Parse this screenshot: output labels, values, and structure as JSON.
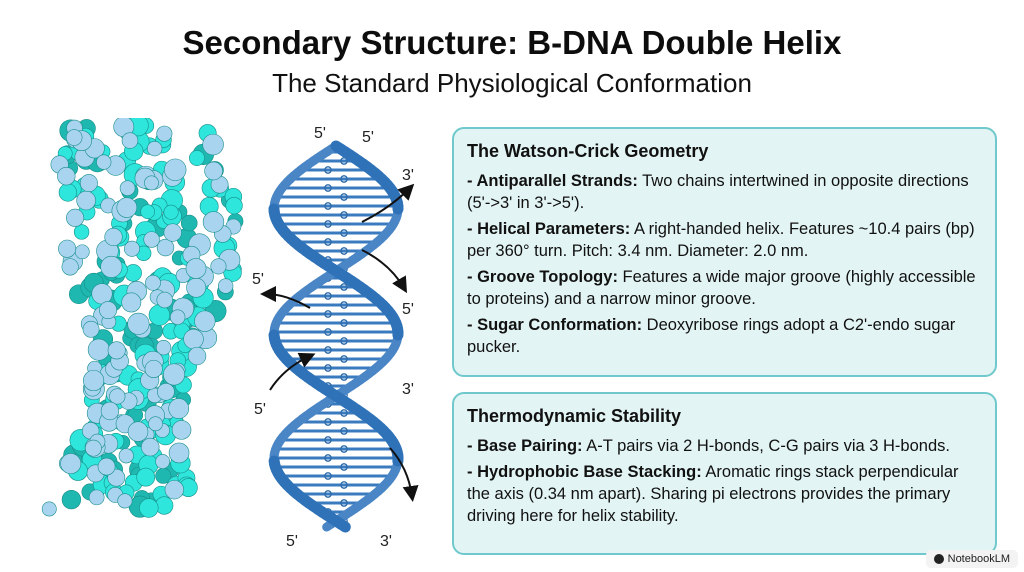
{
  "title": "Secondary Structure: B-DNA Double Helix",
  "subtitle": "The Standard Physiological Conformation",
  "panels": [
    {
      "title": "The Watson-Crick Geometry",
      "items": [
        {
          "label": "- Antiparallel Strands:",
          "text": " Two chains intertwined in opposite directions (5'->3' in 3'->5')."
        },
        {
          "label": "- Helical Parameters:",
          "text": " A right-handed helix. Features ~10.4 pairs (bp) per 360° turn. Pitch: 3.4 nm. Diameter: 2.0 nm."
        },
        {
          "label": "- Groove Topology:",
          "text": " Features a wide major groove (highly accessible to proteins) and a narrow minor groove."
        },
        {
          "label": "- Sugar Conformation:",
          "text": " Deoxyribose rings adopt a C2'-endo sugar pucker."
        }
      ]
    },
    {
      "title": "Thermodynamic Stability",
      "items": [
        {
          "label": "- Base Pairing:",
          "text": " A-T pairs via 2 H-bonds, C-G pairs via 3 H-bonds."
        },
        {
          "label": "- Hydrophobic Base Stacking:",
          "text": " Aromatic rings stack perpendicular the axis (0.34 nm apart). Sharing pi electrons provides the primary driving here for helix stability."
        }
      ]
    }
  ],
  "helix_labels": {
    "top_left": "5'",
    "top_right": "5'",
    "upper_right": "3'",
    "mid_left": "5'",
    "mid_right": "5'",
    "lower_right": "3'",
    "lower_left": "5'",
    "bottom_left": "5'",
    "bottom_right": "3'"
  },
  "badge": "NotebookLM",
  "colors": {
    "panel_border": "#6fc9cc",
    "panel_fill": "#e2f4f3",
    "helix_blue": "#2f72b8",
    "atom_cyan": "#2ee6dc",
    "atom_light": "#a9d4f0"
  }
}
